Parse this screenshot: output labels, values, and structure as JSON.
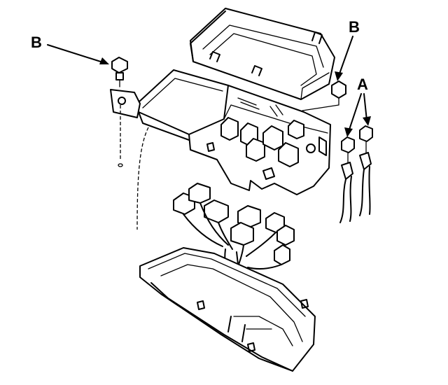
{
  "diagram": {
    "labels": {
      "bolt_left": "B",
      "bolt_right": "B",
      "terminal_nuts": "A"
    },
    "parts": [
      "fuse-box-cover",
      "fuse-relay-box",
      "relay-wiring-harness",
      "lower-fuse-box-cover",
      "mounting-bolt",
      "terminal-nut",
      "battery-cable"
    ],
    "colors": {
      "line": "#000000",
      "background": "#ffffff"
    }
  }
}
